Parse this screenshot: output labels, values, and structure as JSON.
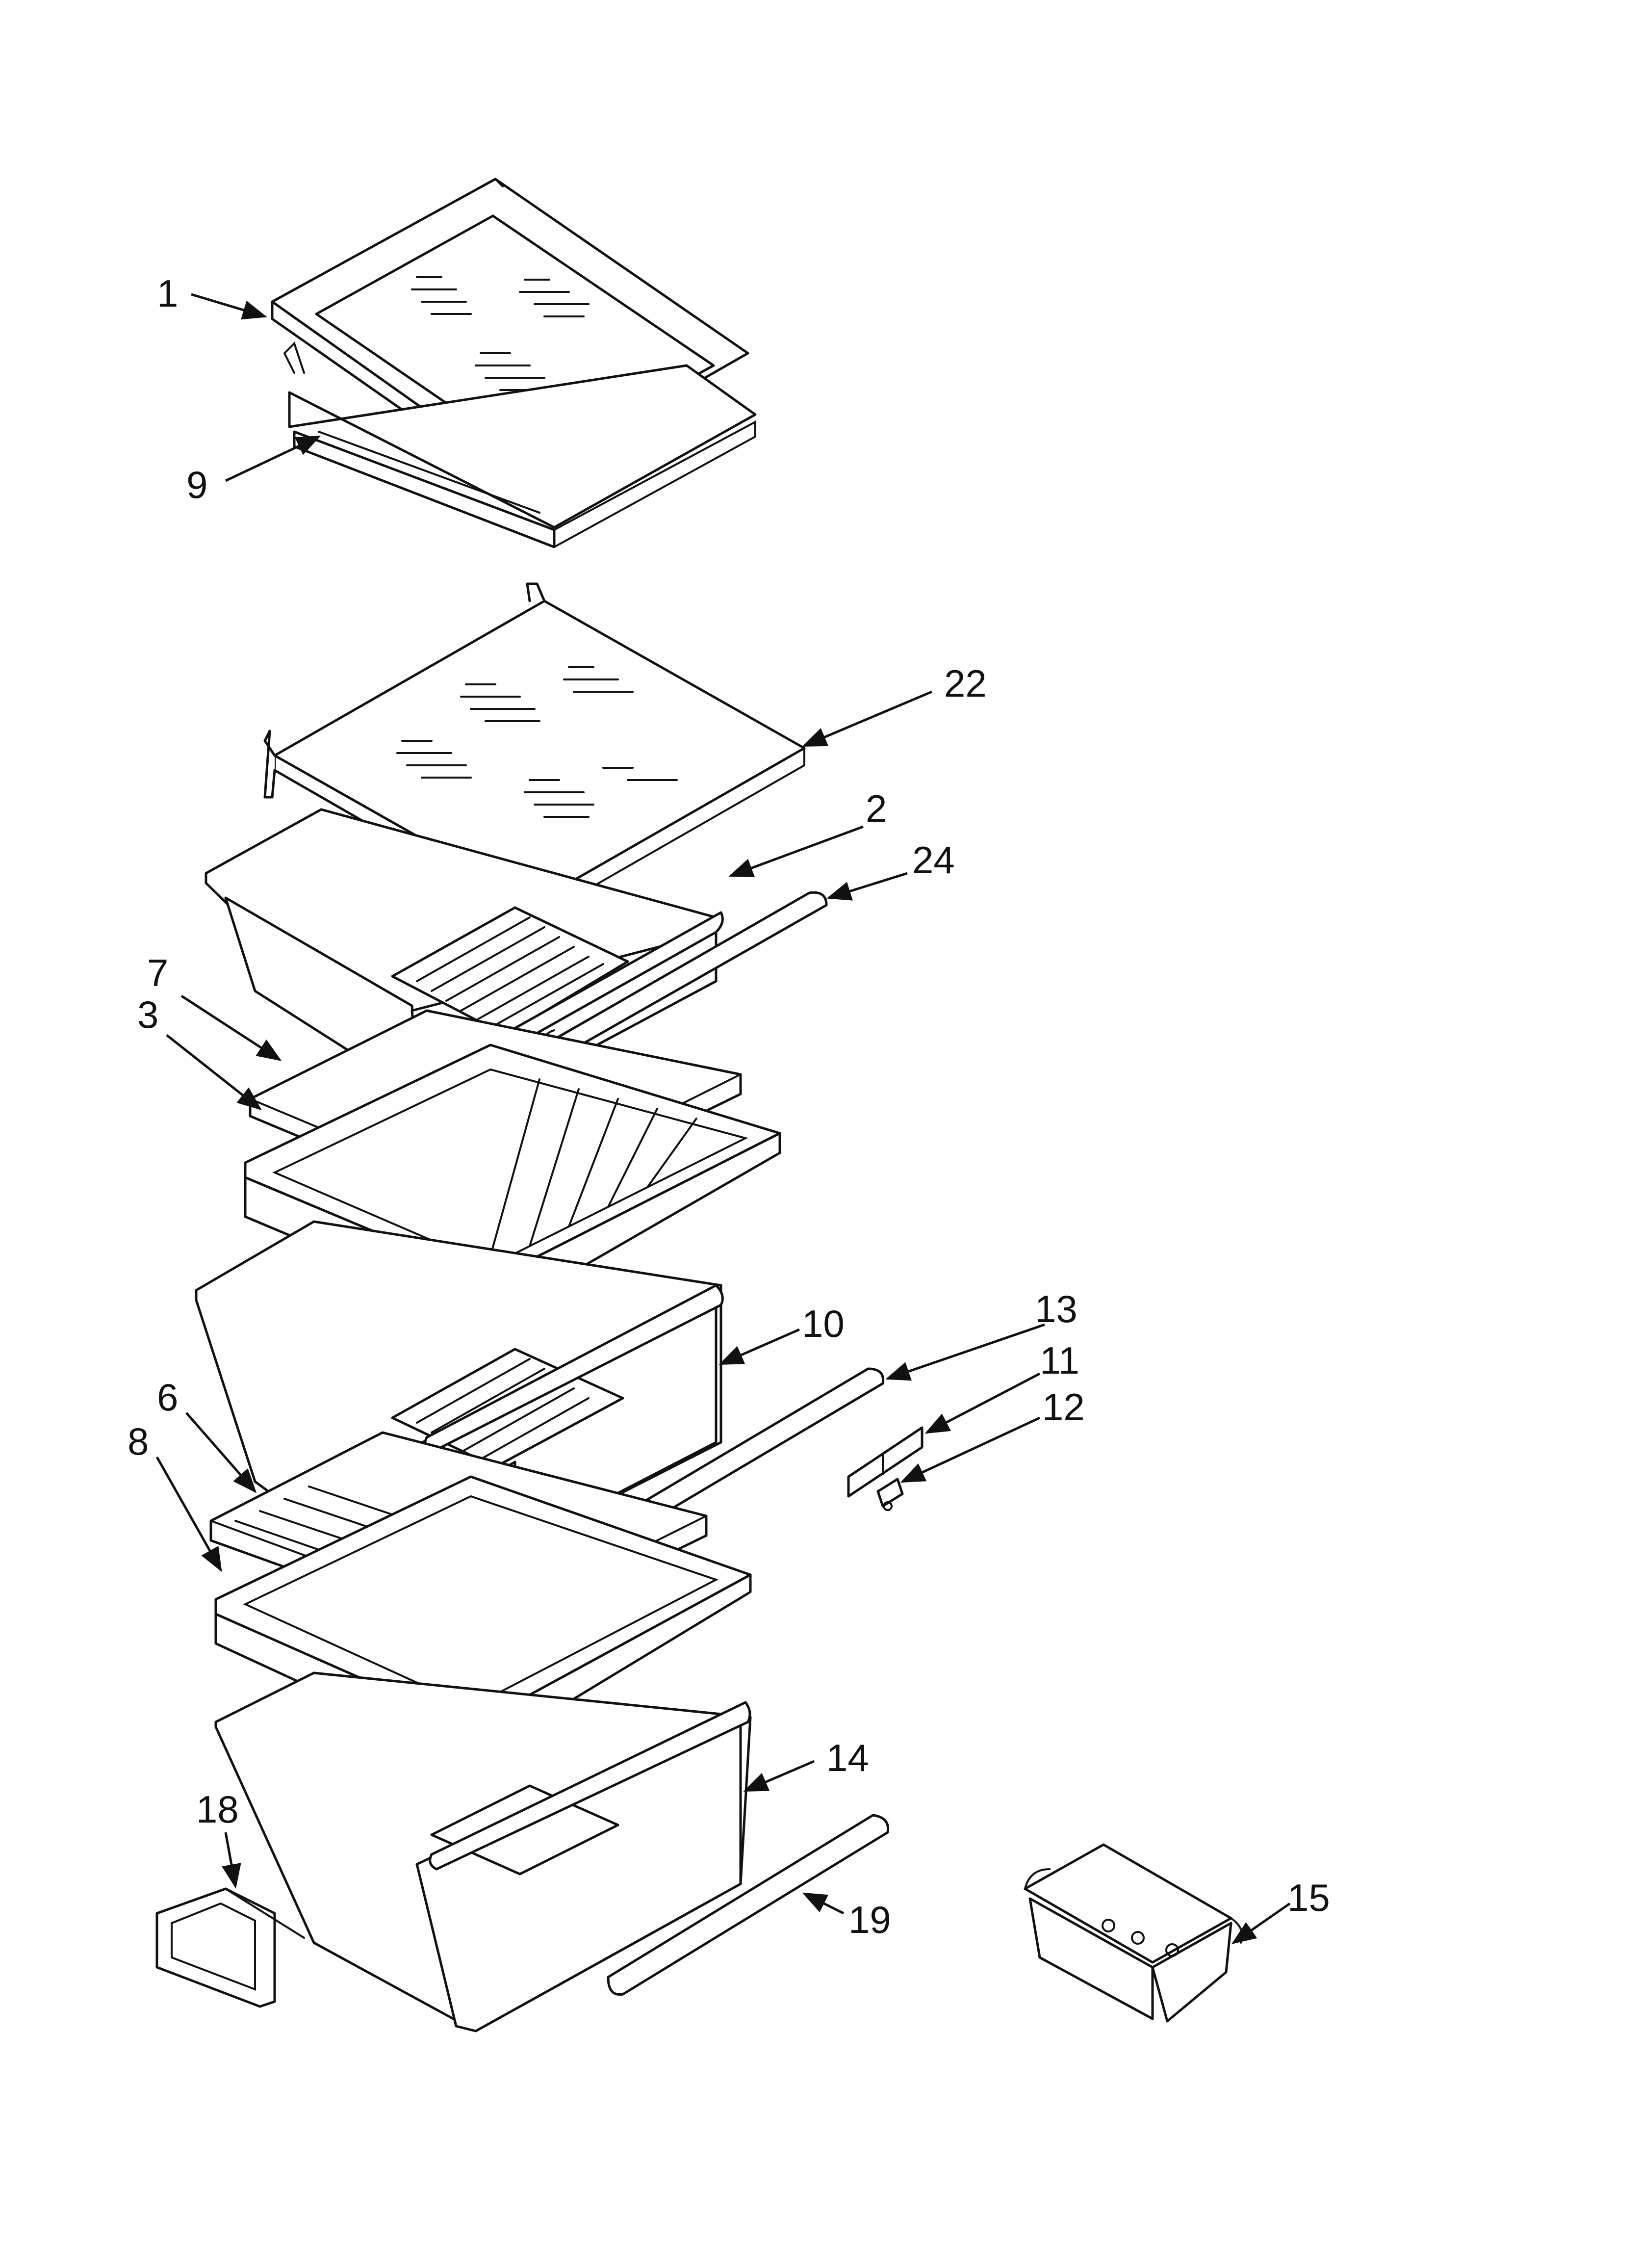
{
  "diagram": {
    "callouts": [
      {
        "id": "c1",
        "label": "1"
      },
      {
        "id": "c9",
        "label": "9"
      },
      {
        "id": "c22",
        "label": "22"
      },
      {
        "id": "c2",
        "label": "2"
      },
      {
        "id": "c24",
        "label": "24"
      },
      {
        "id": "c7",
        "label": "7"
      },
      {
        "id": "c3",
        "label": "3"
      },
      {
        "id": "c10",
        "label": "10"
      },
      {
        "id": "c13",
        "label": "13"
      },
      {
        "id": "c11",
        "label": "11"
      },
      {
        "id": "c12",
        "label": "12"
      },
      {
        "id": "c6",
        "label": "6"
      },
      {
        "id": "c8",
        "label": "8"
      },
      {
        "id": "c14",
        "label": "14"
      },
      {
        "id": "c18",
        "label": "18"
      },
      {
        "id": "c19",
        "label": "19"
      },
      {
        "id": "c15",
        "label": "15"
      }
    ]
  }
}
